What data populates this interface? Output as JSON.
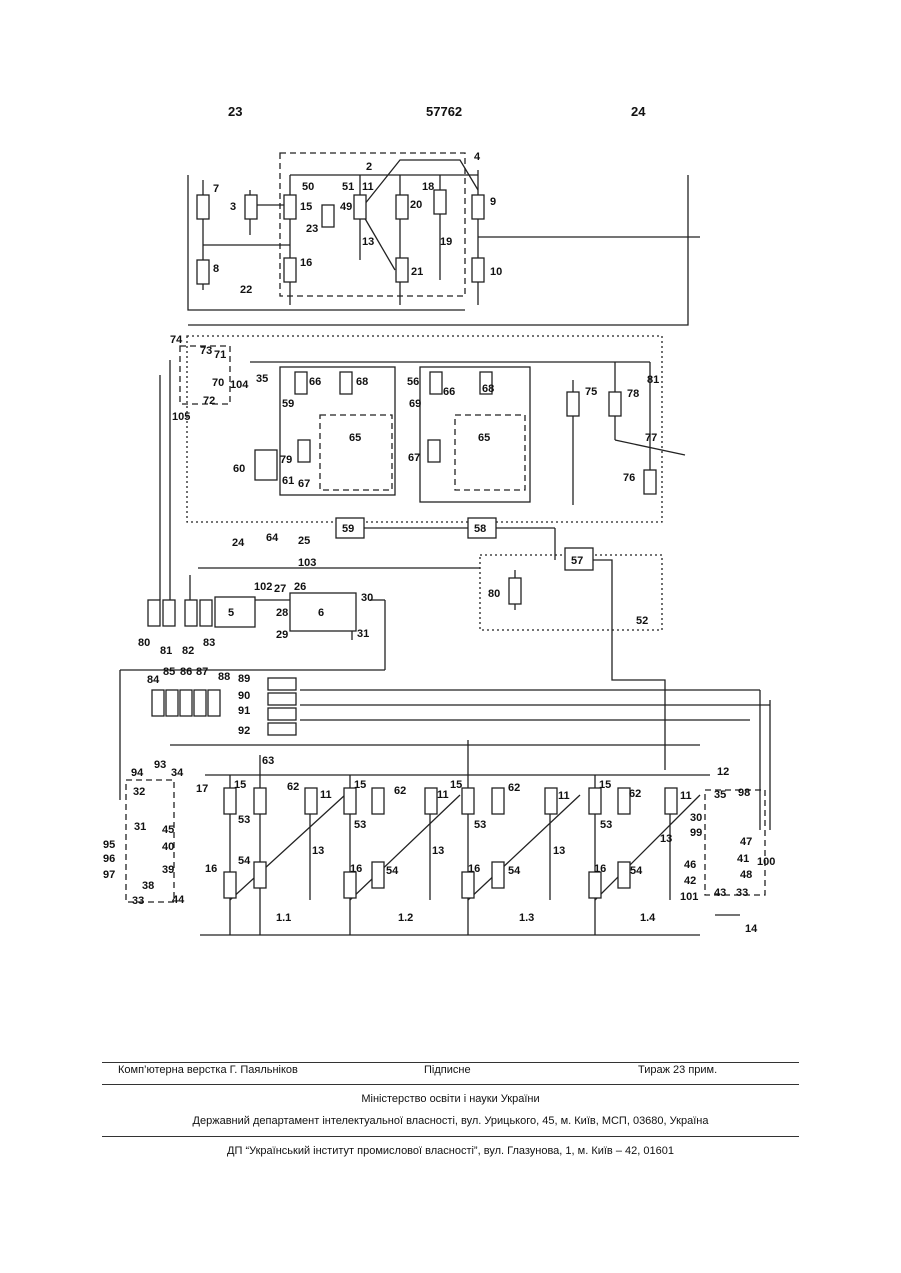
{
  "header": {
    "page_left": "23",
    "patent_number": "57762",
    "page_right": "24"
  },
  "schematic": {
    "labels": [
      "2",
      "4",
      "7",
      "3",
      "50",
      "51",
      "11",
      "18",
      "9",
      "15",
      "49",
      "20",
      "23",
      "13",
      "19",
      "8",
      "16",
      "21",
      "10",
      "22",
      "74",
      "73",
      "71",
      "70",
      "104",
      "72",
      "105",
      "35",
      "66",
      "68",
      "56",
      "66",
      "68",
      "75",
      "78",
      "81",
      "59",
      "69",
      "65",
      "65",
      "77",
      "60",
      "79",
      "61",
      "67",
      "67",
      "76",
      "59",
      "58",
      "24",
      "64",
      "25",
      "103",
      "102",
      "27",
      "26",
      "57",
      "5",
      "28",
      "6",
      "30",
      "29",
      "31",
      "80",
      "52",
      "80",
      "81",
      "82",
      "83",
      "84",
      "85",
      "86",
      "87",
      "88",
      "89",
      "90",
      "91",
      "92",
      "12",
      "63",
      "15",
      "15",
      "15",
      "15",
      "62",
      "62",
      "62",
      "62",
      "11",
      "11",
      "11",
      "11",
      "17",
      "93",
      "94",
      "34",
      "32",
      "53",
      "53",
      "53",
      "53",
      "31",
      "45",
      "40",
      "95",
      "96",
      "97",
      "39",
      "38",
      "33",
      "44",
      "13",
      "13",
      "13",
      "13",
      "16",
      "16",
      "16",
      "16",
      "54",
      "54",
      "54",
      "54",
      "1.1",
      "1.2",
      "1.3",
      "1.4",
      "35",
      "98",
      "30",
      "99",
      "47",
      "41",
      "100",
      "46",
      "42",
      "43",
      "101",
      "48",
      "33",
      "14"
    ]
  },
  "footer": {
    "composer": "Комп’ютерна верстка Г. Паяльніков",
    "signed": "Підписне",
    "circulation": "Тираж 23 прим.",
    "ministry": "Міністерство освіти і науки України",
    "department": "Державний департамент інтелектуальної власності, вул. Урицького, 45, м. Київ, МСП, 03680, Україна",
    "institute": "ДП “Український інститут промислової власності”, вул. Глазунова, 1, м. Київ – 42, 01601"
  }
}
